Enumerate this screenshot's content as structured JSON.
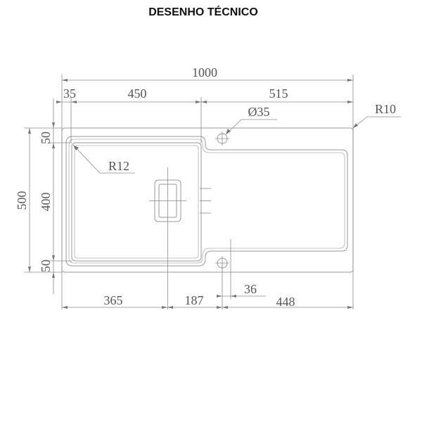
{
  "title": "DESENHO TÉCNICO",
  "dims": {
    "overall_width": "1000",
    "left_margin": "35",
    "bowl_width": "450",
    "drainer_width": "515",
    "tap_hole": "Ø35",
    "corner_radius_outer": "R10",
    "corner_radius_bowl": "R12",
    "overall_depth": "500",
    "bowl_depth": "400",
    "top_margin": "50",
    "bottom_margin": "50",
    "drain_offset": "365",
    "drain_to_hole": "187",
    "hole_to_edge": "448",
    "hole_from_edge": "36"
  }
}
